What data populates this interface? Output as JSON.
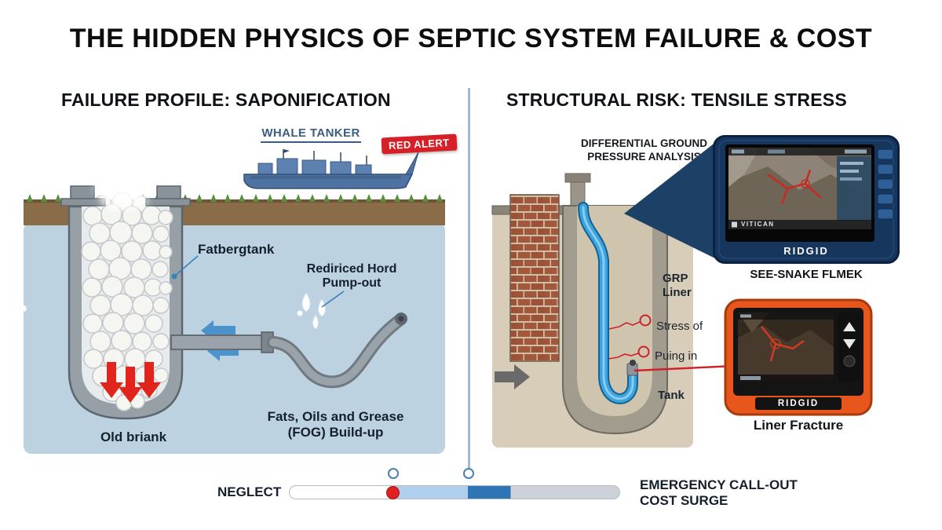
{
  "title": "THE HIDDEN PHYSICS OF SEPTIC SYSTEM FAILURE & COST",
  "left_panel": {
    "heading": "FAILURE PROFILE: SAPONIFICATION",
    "ship_label": "WHALE TANKER",
    "alert_badge": "RED ALERT",
    "label_fatberg": "Fatbergtank",
    "label_pumpout": "Rediriced Hord\nPump-out",
    "label_fog": "Fats, Oils and Grease\n(FOG) Build-up",
    "label_old_tank": "Old briank"
  },
  "right_panel": {
    "heading": "STRUCTURAL RISK: TENSILE STRESS",
    "analysis_label": "DIFFERENTIAL GROUND\nPRESSURE ANALYSIS",
    "label_grp_liner": "GRP\nLiner",
    "label_stress": "Stress of",
    "label_pulling": "Puing in",
    "label_tank": "Tank",
    "top_device": {
      "brand": "RIDGID",
      "screen_label": "VITICAN",
      "caption": "SEE-SNAKE FLMEK"
    },
    "bottom_device": {
      "brand": "RIDGID",
      "caption": "Liner Fracture"
    }
  },
  "bottom_bar": {
    "left_label": "NEGLECT",
    "right_label": "EMERGENCY CALL-OUT\nCOST SURGE"
  },
  "colors": {
    "accent_red": "#d42127",
    "water_blue": "#bdd2e0",
    "pipe_blue": "#3ba3de",
    "navy_frame": "#16365e",
    "orange_frame": "#e7571b",
    "bar_blue": "#2f75b5"
  }
}
